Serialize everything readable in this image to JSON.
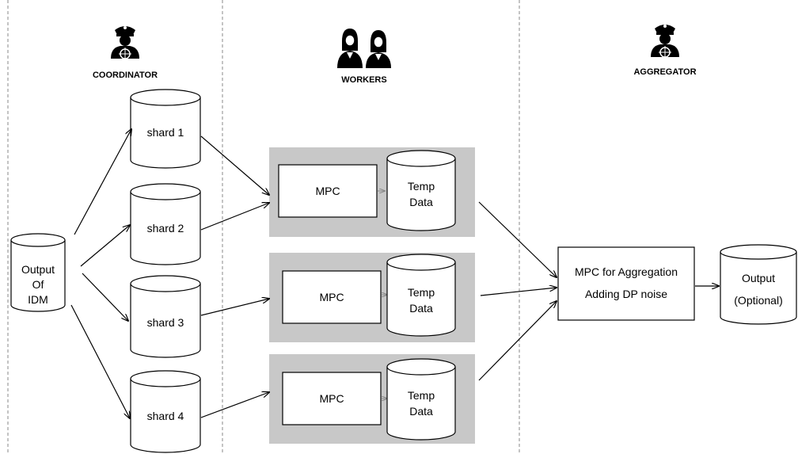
{
  "roles": {
    "coordinator": {
      "label": "COORDINATOR",
      "icon": "officer-icon"
    },
    "workers": {
      "label": "WORKERS",
      "icon": "people-icon"
    },
    "aggregator": {
      "label": "AGGREGATOR",
      "icon": "officer-icon"
    }
  },
  "source": {
    "line1": "Output",
    "line2": "Of",
    "line3": "IDM"
  },
  "shards": [
    "shard 1",
    "shard 2",
    "shard 3",
    "shard 4"
  ],
  "workers": [
    {
      "mpc": "MPC",
      "temp_line1": "Temp",
      "temp_line2": "Data"
    },
    {
      "mpc": "MPC",
      "temp_line1": "Temp",
      "temp_line2": "Data"
    },
    {
      "mpc": "MPC",
      "temp_line1": "Temp",
      "temp_line2": "Data"
    }
  ],
  "aggregation": {
    "line1": "MPC for Aggregation",
    "line2": "Adding DP noise"
  },
  "output": {
    "line1": "Output",
    "line2": "(Optional)"
  },
  "colors": {
    "panel_bg": "#c8c8c8",
    "stroke": "#000000",
    "divider": "#888888"
  }
}
